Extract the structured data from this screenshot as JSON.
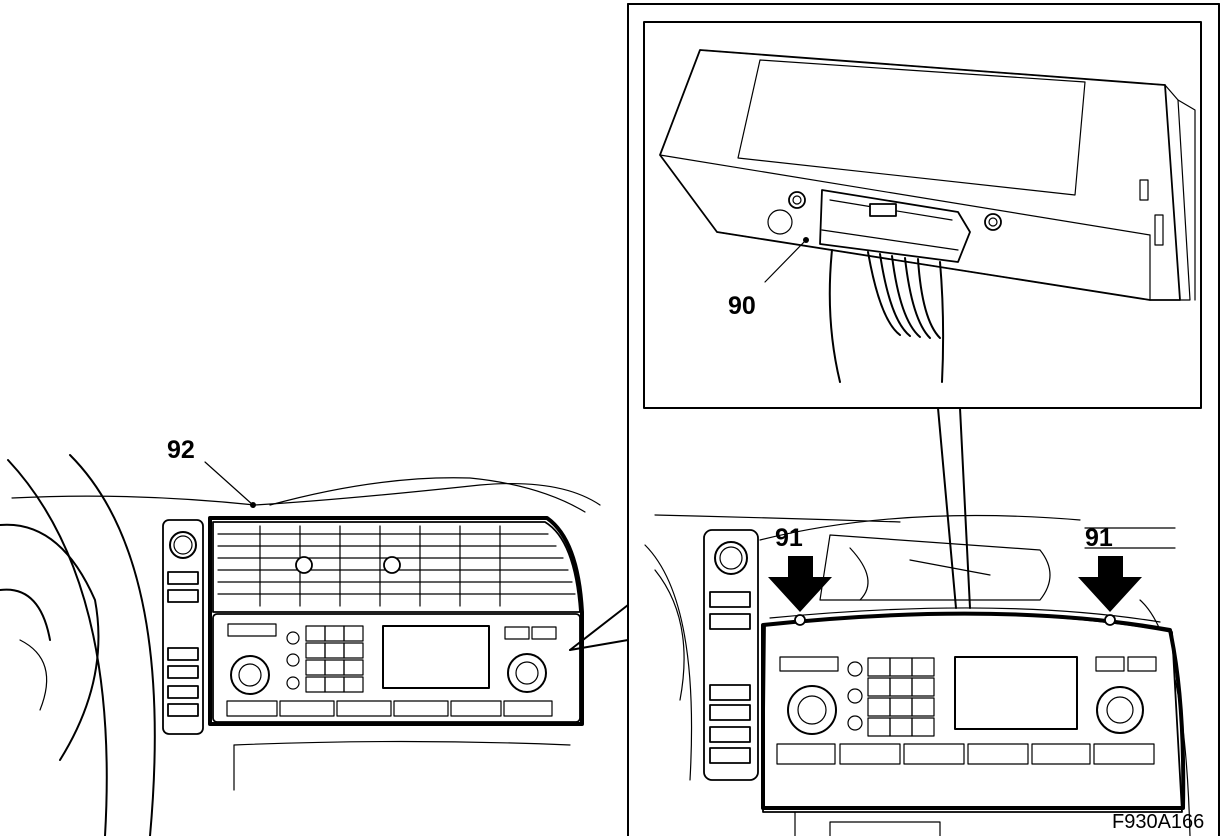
{
  "figure": {
    "callouts": {
      "c90": "90",
      "c91_left": "91",
      "c91_right": "91",
      "c92": "92"
    },
    "figure_code": "F930A166",
    "icons": [
      "radio-unit-icon",
      "wiring-harness-connector-icon",
      "removal-arrow-icon",
      "dashboard-icon",
      "steering-wheel-icon",
      "climate-vent-icon"
    ]
  }
}
